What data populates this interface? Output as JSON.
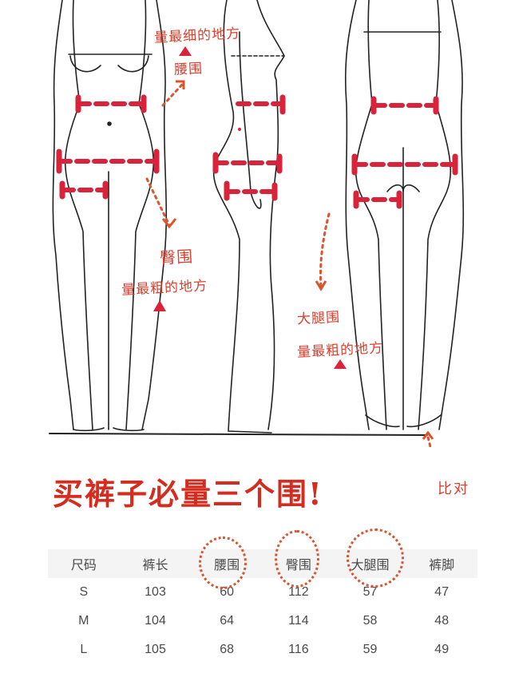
{
  "annotations": {
    "waist_hint_line1": "量最细的地方",
    "waist_label": "腰围",
    "hip_label": "臀围",
    "hip_hint": "量最粗的地方",
    "thigh_label": "大腿围",
    "thigh_hint": "量最粗的地方",
    "compare_label": "比对"
  },
  "title": "买裤子必量三个围!",
  "colors": {
    "accent_red": "#d42d1f",
    "marker_red": "#d9233a",
    "dotted_orange": "#d9542f",
    "star_yellow": "#f7d23a",
    "table_header_bg": "#f4f4f4",
    "text_gray": "#4a4a4a"
  },
  "size_table": {
    "headers": [
      "尺码",
      "裤长",
      "腰围",
      "臀围",
      "大腿围",
      "裤脚"
    ],
    "circled_headers": [
      "腰围",
      "臀围",
      "大腿围"
    ],
    "rows": [
      [
        "S",
        "103",
        "60",
        "112",
        "57",
        "47"
      ],
      [
        "M",
        "104",
        "64",
        "114",
        "58",
        "48"
      ],
      [
        "L",
        "105",
        "68",
        "116",
        "59",
        "49"
      ]
    ]
  }
}
